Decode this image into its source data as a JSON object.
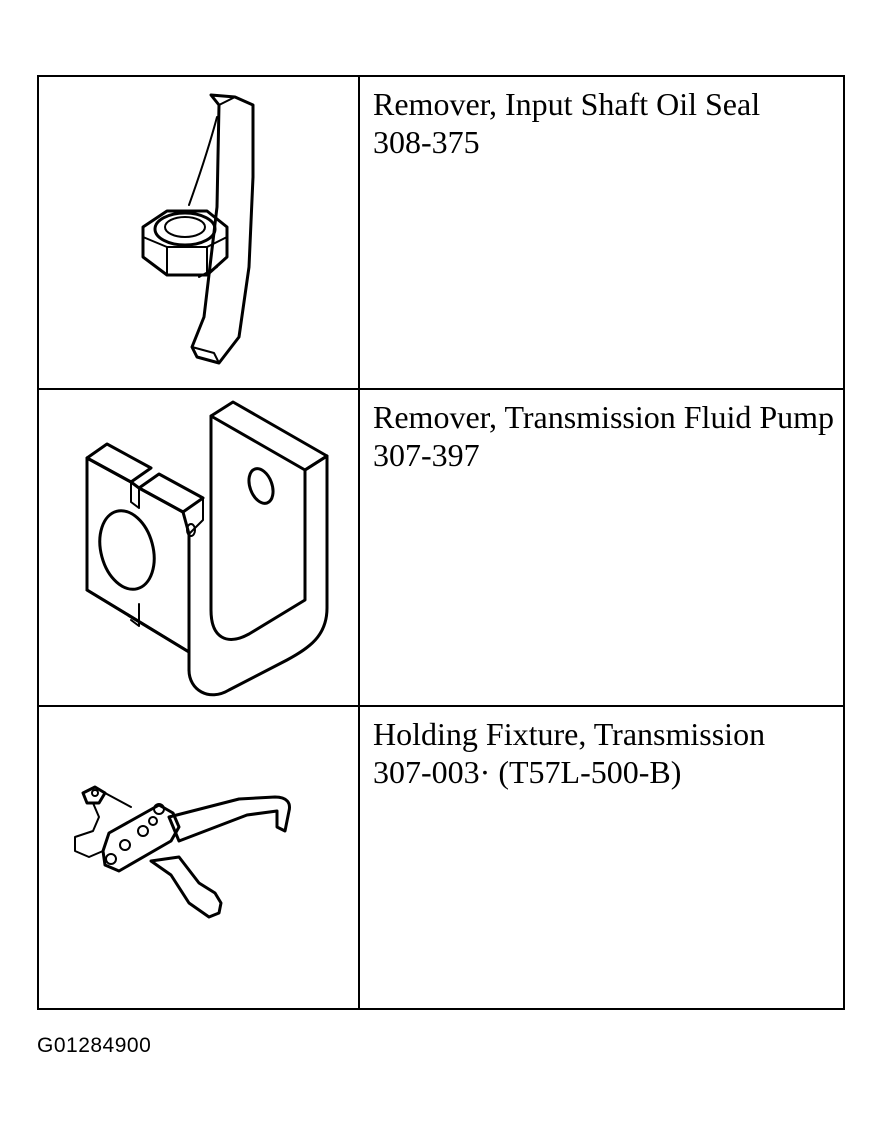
{
  "tools": [
    {
      "name": "Remover, Input Shaft Oil Seal",
      "number": "308-375",
      "illustration_icon": "seal-remover-hook-icon"
    },
    {
      "name": "Remover, Transmission Fluid Pump",
      "number": "307-397",
      "illustration_icon": "pump-remover-bracket-icon"
    },
    {
      "name": "Holding Fixture, Transmission",
      "number": "307-003· (T57L-500-B)",
      "illustration_icon": "holding-fixture-icon"
    }
  ],
  "figure_code": "G01284900",
  "colors": {
    "line": "#000000",
    "background": "#ffffff"
  }
}
